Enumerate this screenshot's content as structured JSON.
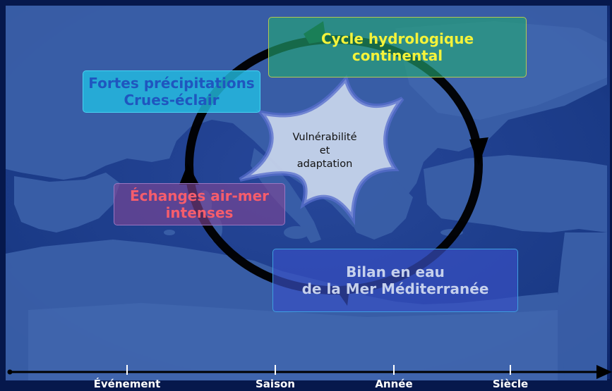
{
  "boxes": {
    "cycle_hydrologique": {
      "line1": "Cycle hydrologique",
      "line2": "continental"
    },
    "fortes_precipitations": {
      "line1": "Fortes précipitations",
      "line2": "Crues-éclair"
    },
    "echanges_air_mer": {
      "line1": "Échanges air-mer",
      "line2": "intenses"
    },
    "bilan_en_eau": {
      "line1": "Bilan en eau",
      "line2": "de la Mer Méditerranée"
    }
  },
  "center": {
    "line1": "Vulnérabilité",
    "line2": "et",
    "line3": "adaptation"
  },
  "timescale": {
    "ticks": [
      {
        "label": "Événement"
      },
      {
        "label": "Saison"
      },
      {
        "label": "Année"
      },
      {
        "label": "Siècle"
      }
    ]
  },
  "colors": {
    "sea": "#1c3d8a",
    "land": "#3a5fa8",
    "cycle_text": "#f4f33a",
    "precip_text": "#1f56bf",
    "echanges_text": "#f65d6c",
    "bilan_text": "#c6d1ec",
    "arrow": "#000000"
  }
}
